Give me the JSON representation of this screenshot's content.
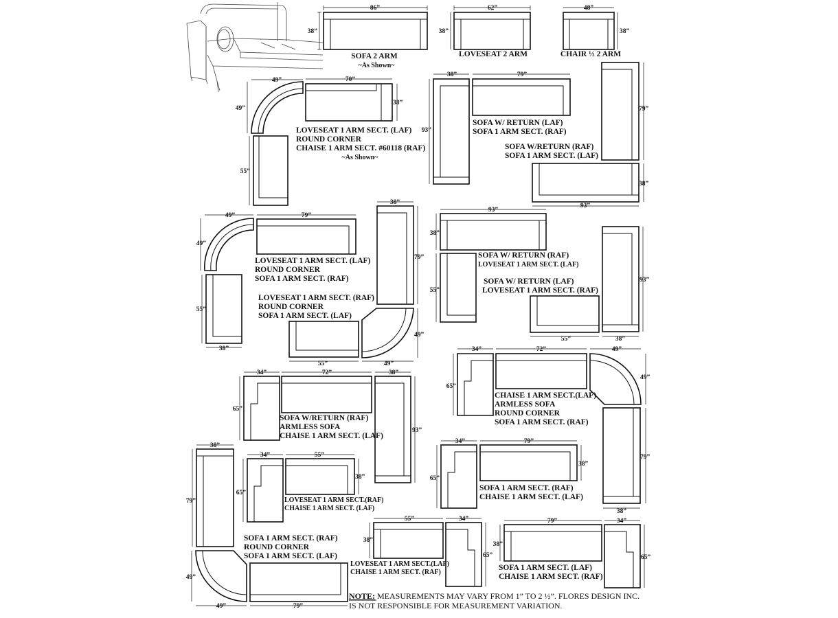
{
  "configs": {
    "sofa2arm": [
      "SOFA 2 ARM",
      "~As Shown~"
    ],
    "loveseat2arm": [
      "LOVESEAT 2 ARM"
    ],
    "chair2arm": [
      "CHAIR ½  2 ARM"
    ],
    "cfg_loveseat_round_chaise": [
      "LOVESEAT 1 ARM SECT. (LAF)",
      "ROUND CORNER",
      "CHAISE 1 ARM SECT. #60118 (RAF)",
      "~As Shown~"
    ],
    "cfg_sofareturn_laf": [
      "SOFA W/ RETURN (LAF)",
      "SOFA 1 ARM SECT. (RAF)"
    ],
    "cfg_sofareturn_raf": [
      "SOFA W/RETURN (RAF)",
      "SOFA 1 ARM SECT. (LAF)"
    ],
    "cfg_loveseat_round_sofa": [
      "LOVESEAT 1 ARM SECT. (LAF)",
      "ROUND CORNER",
      "SOFA 1 ARM SECT. (RAF)"
    ],
    "cfg_loveseat_round_sofa_b": [
      "LOVESEAT 1 ARM SECT. (RAF)",
      "ROUND CORNER",
      "SOFA 1 ARM SECT. (LAF)"
    ],
    "cfg_sofareturn_loveseat_raf": [
      "SOFA W/ RETURN (RAF)",
      "LOVESEAT 1 ARM SECT. (LAF)"
    ],
    "cfg_sofareturn_loveseat_laf": [
      "SOFA  W/ RETURN (LAF)",
      "LOVESEAT 1 ARM SECT. (RAF)"
    ],
    "cfg_chaise_armless_round_sofa": [
      "CHAISE 1 ARM SECT.(LAF)",
      "ARMLESS SOFA",
      "ROUND CORNER",
      "SOFA 1 ARM SECT. (RAF)"
    ],
    "cfg_sofareturn_armless_chaise": [
      "SOFA W/RETURN (RAF)",
      "ARMLESS SOFA",
      "CHAISE 1 ARM SECT. (LAF)"
    ],
    "cfg_loveseat_chaise": [
      "LOVESEAT 1 ARM SECT.(RAF)",
      "CHAISE 1 ARM SECT. (LAF)"
    ],
    "cfg_sofa_chaise_a": [
      "SOFA 1 ARM SECT. (RAF)",
      "CHAISE 1 ARM SECT. (LAF)"
    ],
    "cfg_sofa_round_sofa": [
      "SOFA 1 ARM SECT. (RAF)",
      "ROUND CORNER",
      "SOFA 1 ARM SECT. (LAF)"
    ],
    "cfg_loveseat_chaise_b": [
      "LOVESEAT 1 ARM SECT.(LAF)",
      "CHAISE 1 ARM SECT. (RAF)"
    ],
    "cfg_sofa_chaise_b": [
      "SOFA 1 ARM SECT. (LAF)",
      "CHAISE 1 ARM SECT. (RAF)"
    ]
  },
  "dimensions": {
    "d86": "86”",
    "d62": "62”",
    "d48": "48”",
    "d38": "38”",
    "d49": "49”",
    "d70": "70”",
    "d79": "79”",
    "d93": "93”",
    "d55": "55”",
    "d34": "34”",
    "d72": "72”",
    "d65": "65”"
  },
  "note": {
    "prefix": "NOTE:",
    "line1": " MEASUREMENTS MAY VARY FROM 1” TO 2 ½”. FLORES DESIGN INC.",
    "line2": "IS NOT RESPONSIBLE FOR MEASUREMENT VARIATION."
  }
}
